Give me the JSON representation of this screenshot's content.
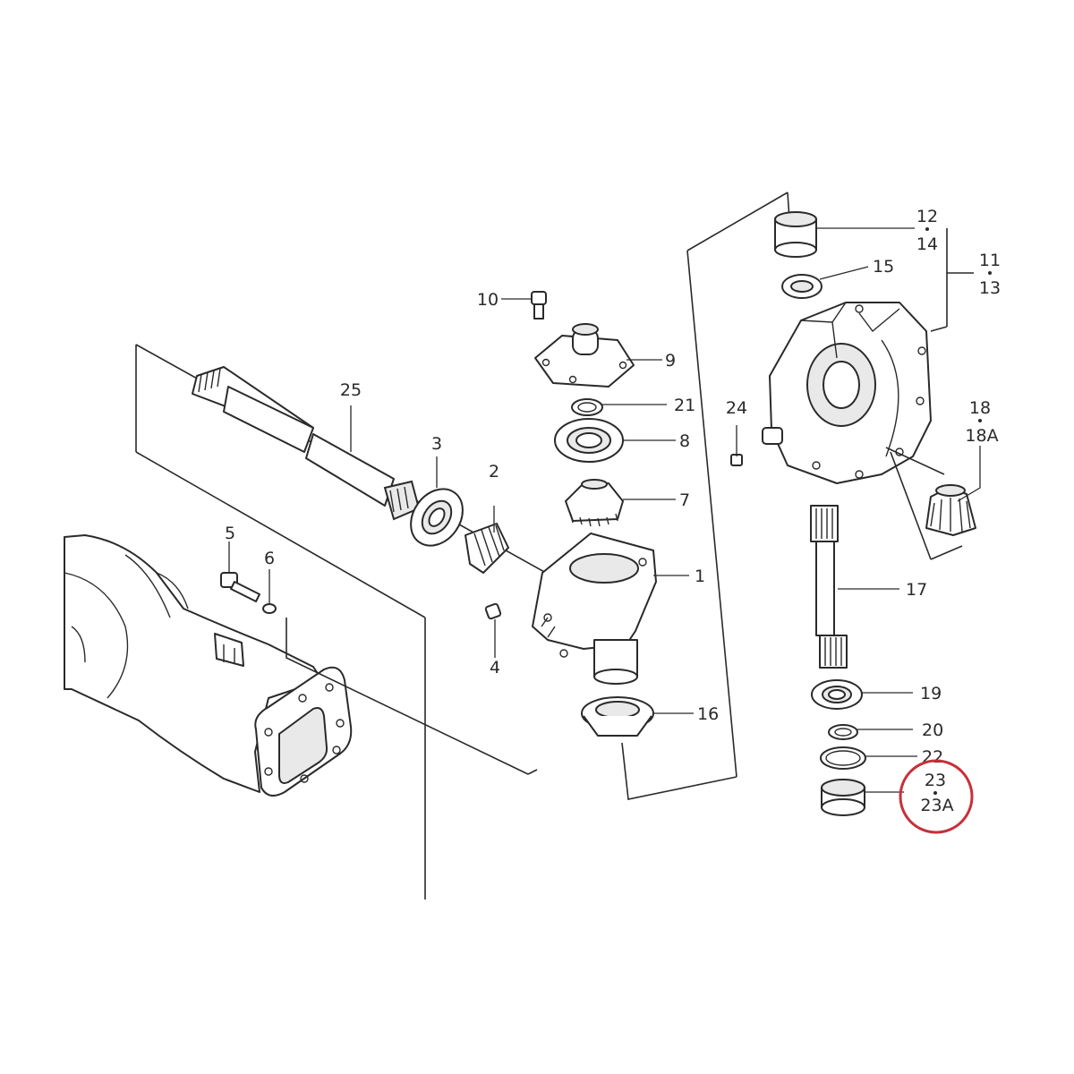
{
  "labels": {
    "p1": "1",
    "p2": "2",
    "p3": "3",
    "p4": "4",
    "p5": "5",
    "p6": "6",
    "p7": "7",
    "p8": "8",
    "p9": "9",
    "p10": "10",
    "p11": "11",
    "p12": "12",
    "p13": "13",
    "p14": "14",
    "p15": "15",
    "p16": "16",
    "p17": "17",
    "p18": "18",
    "p18a": "18A",
    "p19": "19",
    "p20": "20",
    "p21": "21",
    "p22": "22",
    "p23": "23",
    "p23a": "23A",
    "p24": "24",
    "p25": "25"
  },
  "colors": {
    "line": "#2a2a2a",
    "highlight_circle": "#c8303a"
  }
}
